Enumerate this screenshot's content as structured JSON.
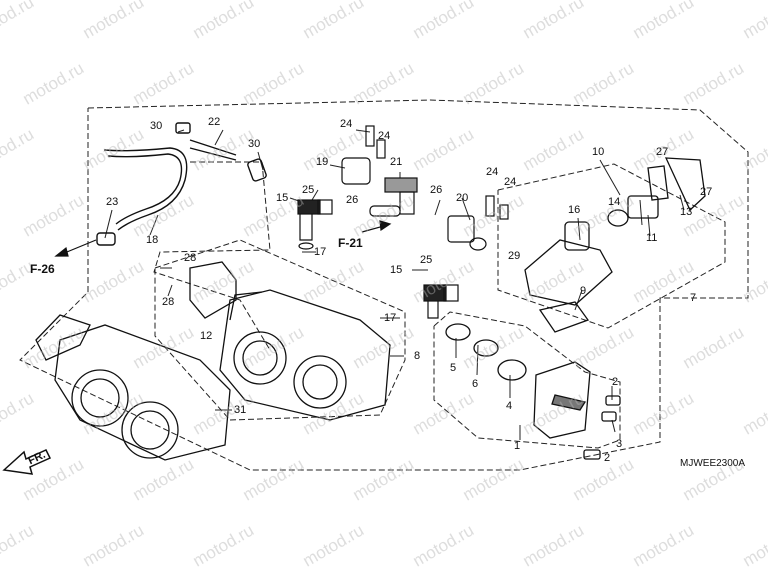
{
  "watermark": "motod.ru",
  "diagram_code": "MJWEE2300A",
  "front_label": "FR.",
  "refs": [
    "F-26",
    "F-21"
  ],
  "callouts": [
    "30",
    "22",
    "30",
    "23",
    "18",
    "24",
    "24",
    "19",
    "21",
    "15",
    "25",
    "26",
    "26",
    "20",
    "17",
    "24",
    "24",
    "10",
    "27",
    "27",
    "14",
    "16",
    "13",
    "11",
    "29",
    "15",
    "25",
    "9",
    "7",
    "17",
    "28",
    "28",
    "12",
    "8",
    "5",
    "6",
    "4",
    "2",
    "3",
    "1",
    "2",
    "31"
  ],
  "colors": {
    "line": "#222222",
    "dash": "#333333",
    "watermark": "#b4b4b4"
  }
}
